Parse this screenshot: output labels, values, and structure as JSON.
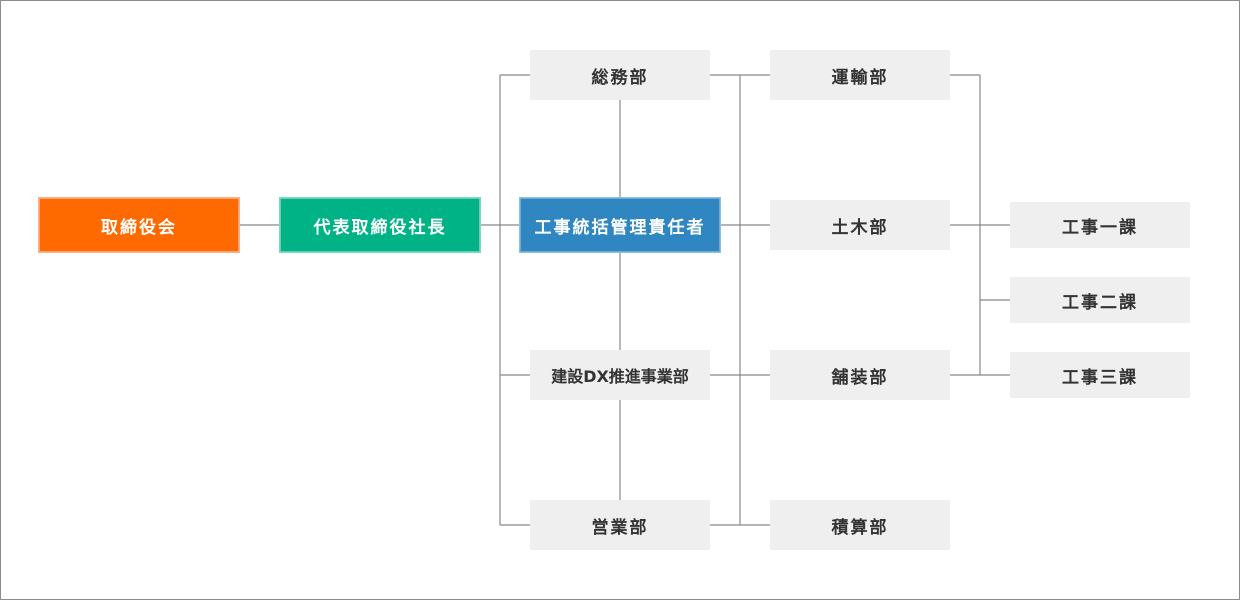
{
  "colors": {
    "board": "#ff6a00",
    "president": "#00b386",
    "manager": "#2f86c0",
    "dept_box": "#efefef",
    "line": "#888888"
  },
  "nodes": {
    "board": "取締役会",
    "president": "代表取締役社長",
    "manager": "工事統括管理責任者",
    "general_affairs": "総務部",
    "construction_dx": "建設DX推進事業部",
    "sales": "営業部",
    "transport": "運輸部",
    "civil": "土木部",
    "paving": "舗装部",
    "estimation": "積算部",
    "section_1": "工事一課",
    "section_2": "工事二課",
    "section_3": "工事三課"
  }
}
